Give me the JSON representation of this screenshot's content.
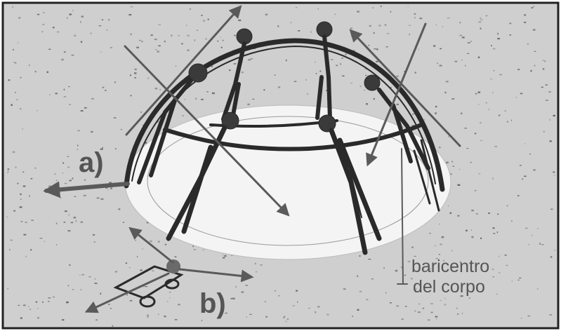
{
  "labels": {
    "a": "a)",
    "b": "b)",
    "baricentro_line1": "baricentro",
    "baricentro_line2": "del corpo"
  },
  "colors": {
    "background": "#cfcfcf",
    "platform": "#f4f4f4",
    "sketch": "#2a2a2a",
    "arrow": "#5a5a5a",
    "label": "#555555"
  }
}
